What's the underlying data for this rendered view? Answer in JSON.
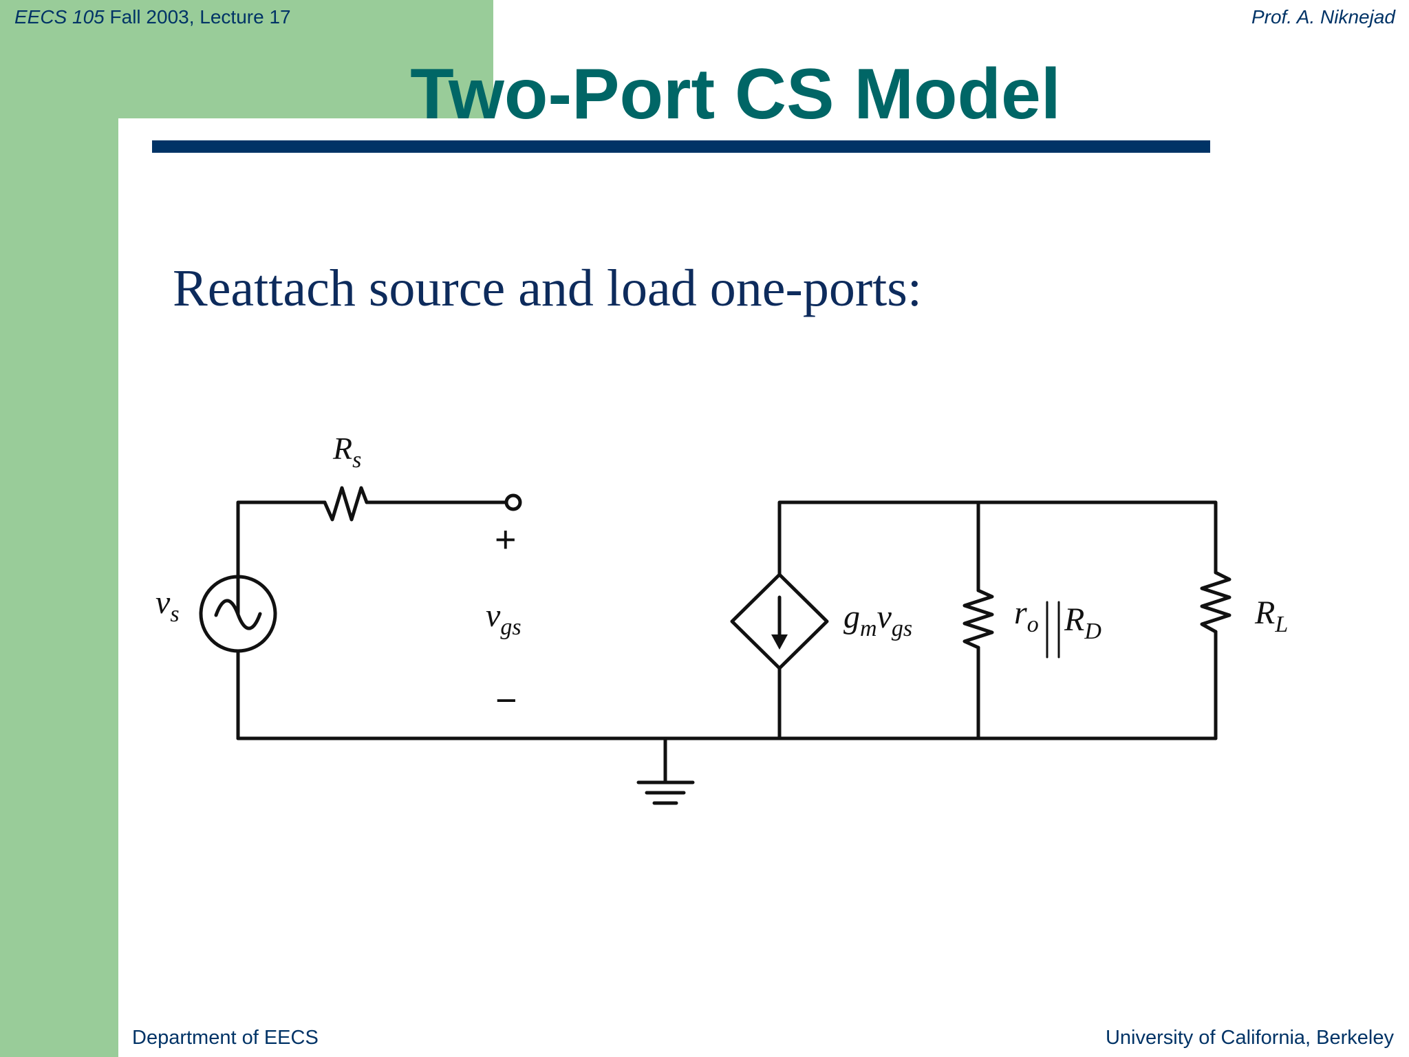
{
  "header": {
    "course_italic": "EECS 105",
    "course_rest": " Fall 2003, Lecture 17",
    "instructor": "Prof. A. Niknejad"
  },
  "slide": {
    "title": "Two-Port CS Model",
    "bullet": "Reattach source and load one-ports:"
  },
  "circuit": {
    "source_label": {
      "base": "v",
      "sub": "s"
    },
    "source_resistor_label": {
      "base": "R",
      "sub": "s"
    },
    "input_voltage_label": {
      "base": "v",
      "sub": "gs"
    },
    "plus_sign": "+",
    "minus_sign": "−",
    "controlled_source_label": {
      "g": "g",
      "g_sub": "m",
      "v": "v",
      "v_sub": "gs"
    },
    "output_resistance_label": {
      "r": "r",
      "r_sub": "o",
      "R": "R",
      "R_sub": "D"
    },
    "load_label": {
      "base": "R",
      "sub": "L"
    }
  },
  "footer": {
    "department": "Department of EECS",
    "university": "University of California, Berkeley"
  }
}
